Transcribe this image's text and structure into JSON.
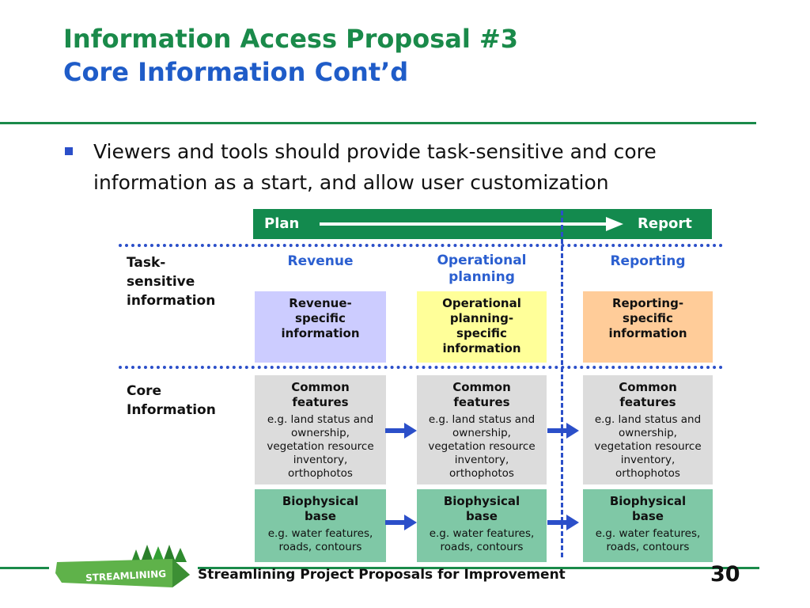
{
  "slide": {
    "title_line1": "Information Access Proposal #3",
    "title_line2": "Core Information Cont’d",
    "bullet": "Viewers and tools should provide task-sensitive and core information as a start, and allow user customization"
  },
  "diagram": {
    "flow_start": "Plan",
    "flow_end": "Report",
    "row_labels": {
      "task_line1": "Task-",
      "task_line2": "sensitive",
      "task_line3": "information",
      "core_line1": "Core",
      "core_line2": "Information"
    },
    "columns": [
      {
        "heading_line1": "Revenue",
        "heading_line2": "",
        "task_box": [
          "Revenue-",
          "specific",
          "information"
        ]
      },
      {
        "heading_line1": "Operational",
        "heading_line2": "planning",
        "task_box": [
          "Operational",
          "planning-",
          "specific",
          "information"
        ]
      },
      {
        "heading_line1": "Reporting",
        "heading_line2": "",
        "task_box": [
          "Reporting-",
          "specific",
          "information"
        ]
      }
    ],
    "common_features": {
      "title_line1": "Common",
      "title_line2": "features",
      "detail": [
        "e.g. land status and",
        "ownership,",
        "vegetation resource",
        "inventory,",
        "orthophotos"
      ]
    },
    "biophysical_base": {
      "title_line1": "Biophysical",
      "title_line2": "base",
      "detail": [
        "e.g. water features,",
        "roads, contours"
      ]
    },
    "colors": {
      "revenue_box": "#ccccff",
      "operational_box": "#ffff99",
      "reporting_box": "#ffcc99",
      "common_box": "#dcdcdc",
      "biophysical_box": "#7fc8a6",
      "accent_green": "#1a8a4a",
      "accent_blue": "#2b4fc9"
    }
  },
  "footer": {
    "logo_text": "STREAMLINING",
    "text": "Streamlining Project Proposals for Improvement",
    "page_number": "30"
  }
}
